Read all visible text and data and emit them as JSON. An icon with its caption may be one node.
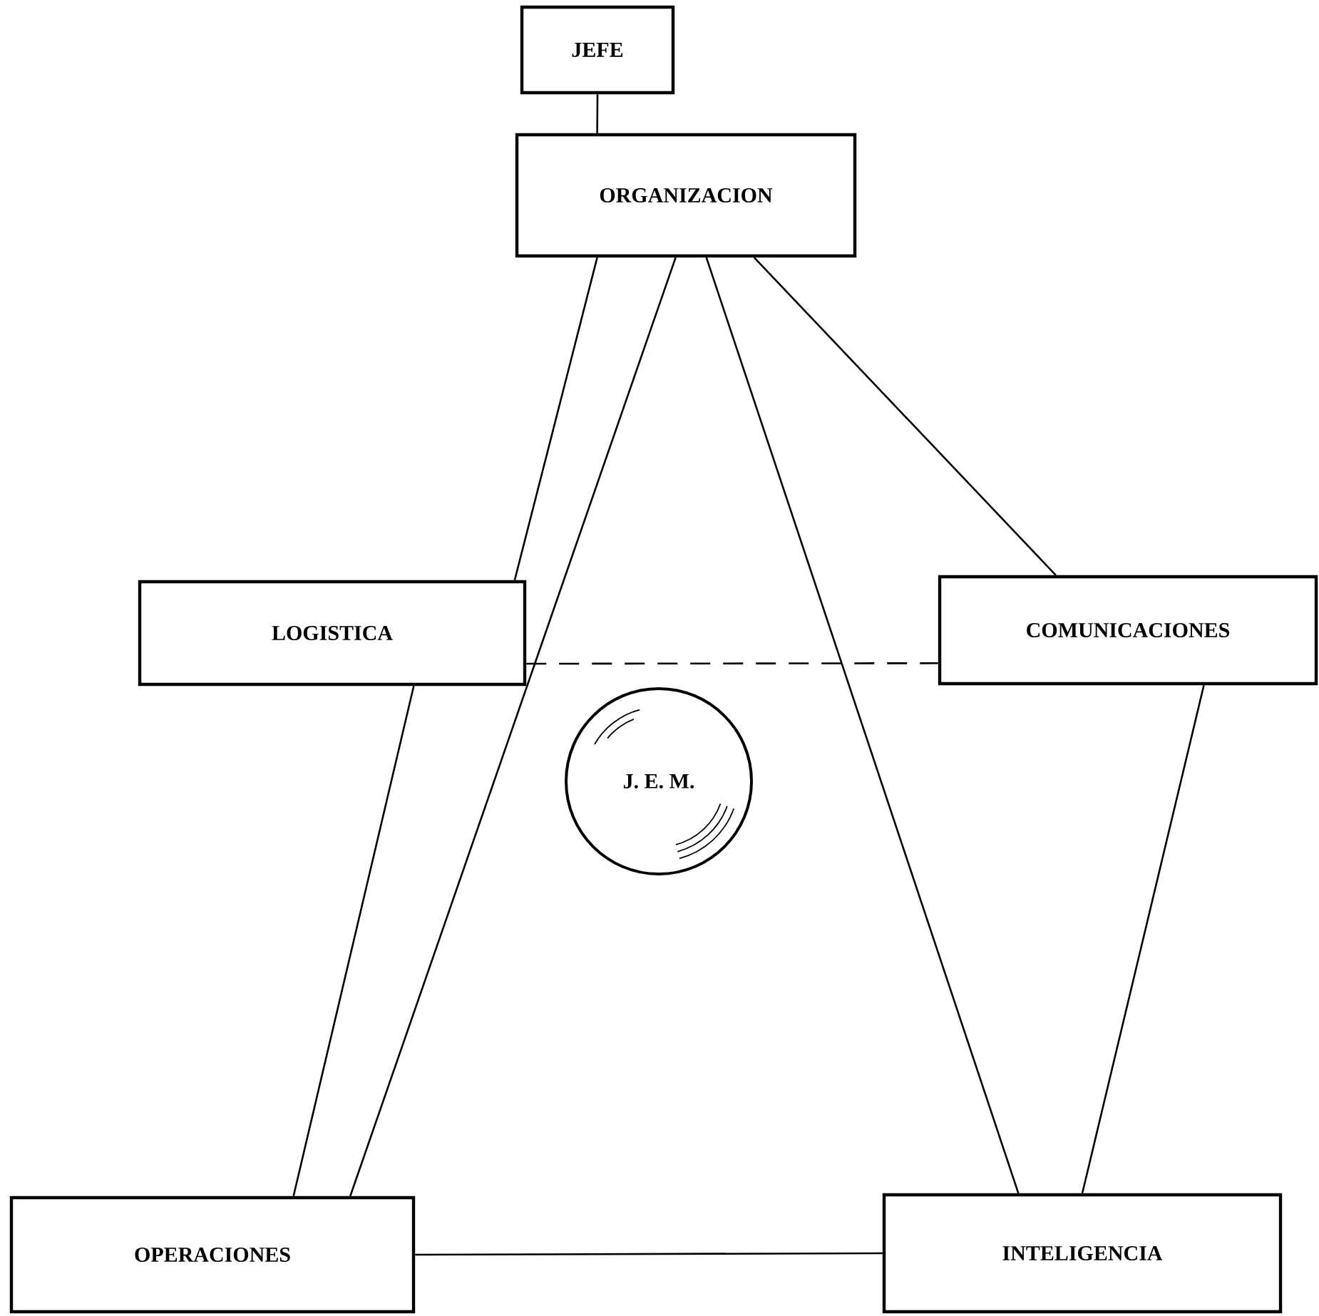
{
  "diagram": {
    "nodes": [
      {
        "text": [
          "JEFE"
        ]
      },
      {
        "text": [
          "ORGANIZACION"
        ]
      },
      {
        "text": [
          "LOGISTICA"
        ]
      },
      {
        "text": [
          "COMUNICACIONES"
        ]
      },
      {
        "text": [
          "J. E. M."
        ]
      },
      {
        "text": [
          "OPERACIONES"
        ]
      },
      {
        "text": [
          "INTELIGENCIA"
        ]
      }
    ],
    "edges": [
      {
        "from": 0,
        "to": 1,
        "arrow": "none"
      },
      {
        "from": 1,
        "to": 2,
        "arrow": "none"
      },
      {
        "from": 1,
        "to": 5,
        "arrow": "none"
      },
      {
        "from": 1,
        "to": 6,
        "arrow": "none"
      },
      {
        "from": 1,
        "to": 3,
        "arrow": "none"
      },
      {
        "from": 2,
        "to": 3,
        "arrow": "none",
        "style": "dashed"
      },
      {
        "from": 2,
        "to": 5,
        "arrow": "none"
      },
      {
        "from": 3,
        "to": 6,
        "arrow": "none"
      },
      {
        "from": 5,
        "to": 6,
        "arrow": "none"
      }
    ]
  }
}
